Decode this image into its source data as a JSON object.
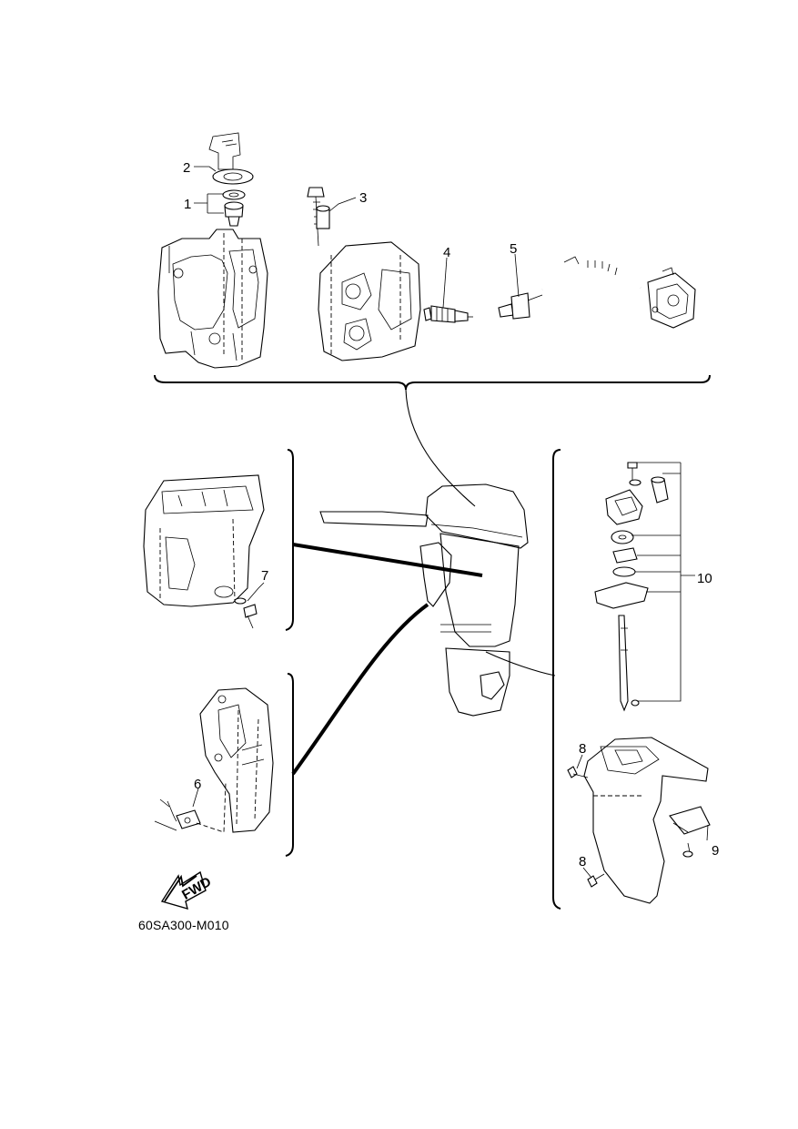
{
  "callouts": [
    {
      "id": "c1",
      "label": "1"
    },
    {
      "id": "c2",
      "label": "2"
    },
    {
      "id": "c3",
      "label": "3"
    },
    {
      "id": "c4",
      "label": "4"
    },
    {
      "id": "c5",
      "label": "5"
    },
    {
      "id": "c6",
      "label": "6"
    },
    {
      "id": "c7",
      "label": "7"
    },
    {
      "id": "c8a",
      "label": "8"
    },
    {
      "id": "c8b",
      "label": "8"
    },
    {
      "id": "c9",
      "label": "9"
    },
    {
      "id": "c10",
      "label": "10"
    }
  ],
  "fwd_label": "FWD",
  "figure_code": "60SA300-M010"
}
